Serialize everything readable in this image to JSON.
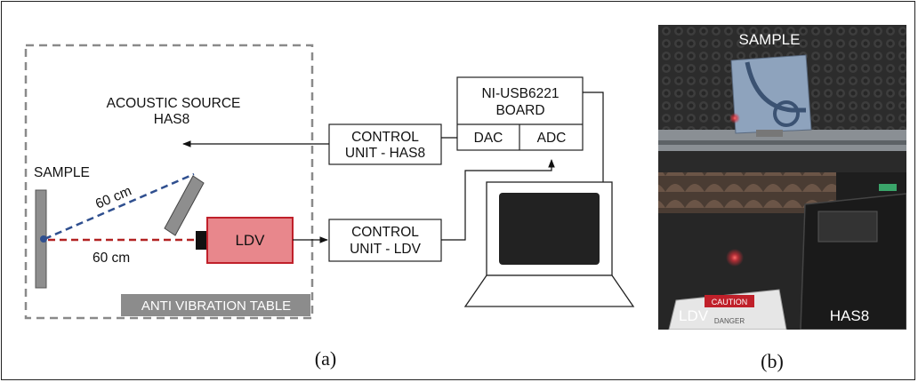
{
  "diagram_a": {
    "sample_label": "SAMPLE",
    "source_label_line1": "ACOUSTIC SOURCE",
    "source_label_line2": "HAS8",
    "distance_source": "60 cm",
    "distance_ldv": "60 cm",
    "ldv_label": "LDV",
    "table_label": "ANTI VIBRATION TABLE",
    "ctrl_has8_line1": "CONTROL",
    "ctrl_has8_line2": "UNIT - HAS8",
    "ctrl_ldv_line1": "CONTROL",
    "ctrl_ldv_line2": "UNIT - LDV",
    "board_line1": "NI-USB6221",
    "board_line2": "BOARD",
    "dac_label": "DAC",
    "adc_label": "ADC",
    "caption": "(a)"
  },
  "photo_b": {
    "sample_label": "SAMPLE",
    "ldv_label": "LDV",
    "has8_label": "HAS8",
    "sticker_text": "CAUTION",
    "sticker_text2": "DANGER",
    "caption": "(b)"
  },
  "colors": {
    "beam_source": "#2f4f8f",
    "beam_ldv": "#b22222",
    "ldv_fill": "#e8878c",
    "ldv_border": "#c0202a",
    "table_border": "#8a8a8a",
    "table_label_bg": "#8c8c8c"
  }
}
